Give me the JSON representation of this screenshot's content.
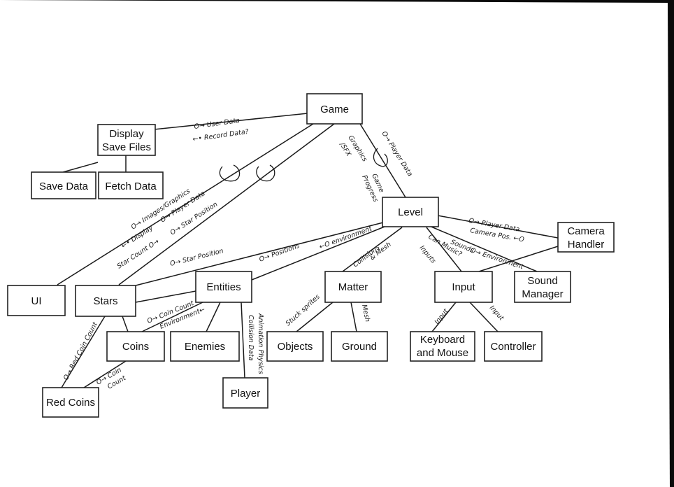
{
  "nodes": {
    "game": "Game",
    "display_save_files_1": "Display",
    "display_save_files_2": "Save Files",
    "save_data": "Save Data",
    "fetch_data": "Fetch Data",
    "level": "Level",
    "camera_handler_1": "Camera",
    "camera_handler_2": "Handler",
    "ui": "UI",
    "stars": "Stars",
    "entities": "Entities",
    "matter": "Matter",
    "input": "Input",
    "sound_manager_1": "Sound",
    "sound_manager_2": "Manager",
    "coins": "Coins",
    "enemies": "Enemies",
    "objects": "Objects",
    "ground": "Ground",
    "keyboard_mouse_1": "Keyboard",
    "keyboard_mouse_2": "and Mouse",
    "controller": "Controller",
    "red_coins": "Red Coins",
    "player": "Player"
  },
  "annotations": {
    "user_data": "O→ User Data",
    "record_data": "←• Record Data?",
    "graphics_sfx_1": "Graphics",
    "graphics_sfx_2": "/SFX",
    "player_data_game": "O→ Player Data",
    "game_progress_1": "Game",
    "game_progress_2": "Progress",
    "images_graphics": "O→ Images/Graphics",
    "player_data_ui": "O→ Player Data",
    "display": "←• Display",
    "star_count": "Star Count O→",
    "star_position_up": "O→ Star Position",
    "star_position": "O→ Star Position",
    "positions": "O→ Positions",
    "environment_entities": "←O environment",
    "collisions_mesh_1": "Collisions",
    "collisions_mesh_2": "& Mesh",
    "sounds": "Sounds",
    "can_music": "Can Music?",
    "inputs": "Inputs",
    "player_data_camera": "O→ Player Data",
    "camera_pos": "Camera Pos. ←O",
    "environment_sound": "O→ Environment",
    "coin_count_entities": "O→ Coin Count",
    "environment_coins": "Environment←",
    "animation_physics": "Animation Physics",
    "collision_data": "Collision Data",
    "stuck_sprites": "Stuck sprites",
    "mesh": "Mesh",
    "input_kb": "Input",
    "input_ctrl": "Input",
    "red_coin_count": "O→ Red Coin Count",
    "coin_count_red_1": "O→ Coin",
    "coin_count_red_2": "Count"
  }
}
